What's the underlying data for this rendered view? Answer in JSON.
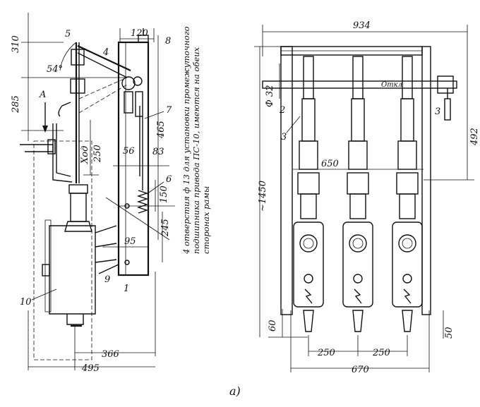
{
  "figure_label": "а)",
  "left_view": {
    "dims": {
      "d310": "310",
      "d285": "285",
      "d54": "54°",
      "d120": "120",
      "d465": "465",
      "d250": "250",
      "xod": "Ход",
      "d56": "56",
      "d83": "83",
      "d150": "150",
      "d245": "245",
      "d95": "95",
      "d366": "366",
      "d495": "495"
    },
    "labels": {
      "n1": "1",
      "n4": "4",
      "n5": "5",
      "n6": "6",
      "n7": "7",
      "n8": "8",
      "n9": "9",
      "n10": "10",
      "a": "A"
    },
    "note_lines": [
      "4 отверстия ф 13 для установки промежуточного",
      "подшипника привода ПС-10, имеются на обеих",
      "сторонах рамы"
    ]
  },
  "right_view": {
    "dims": {
      "d934": "934",
      "phi32": "Ф 32",
      "d492": "492",
      "d650": "650",
      "d1450": "~1450",
      "d60": "60",
      "d250a": "250",
      "d250b": "250",
      "d670": "670",
      "d50": "50"
    },
    "labels": {
      "n2": "2",
      "n3a": "3",
      "n3b": "3",
      "otkl": "Откл"
    }
  }
}
